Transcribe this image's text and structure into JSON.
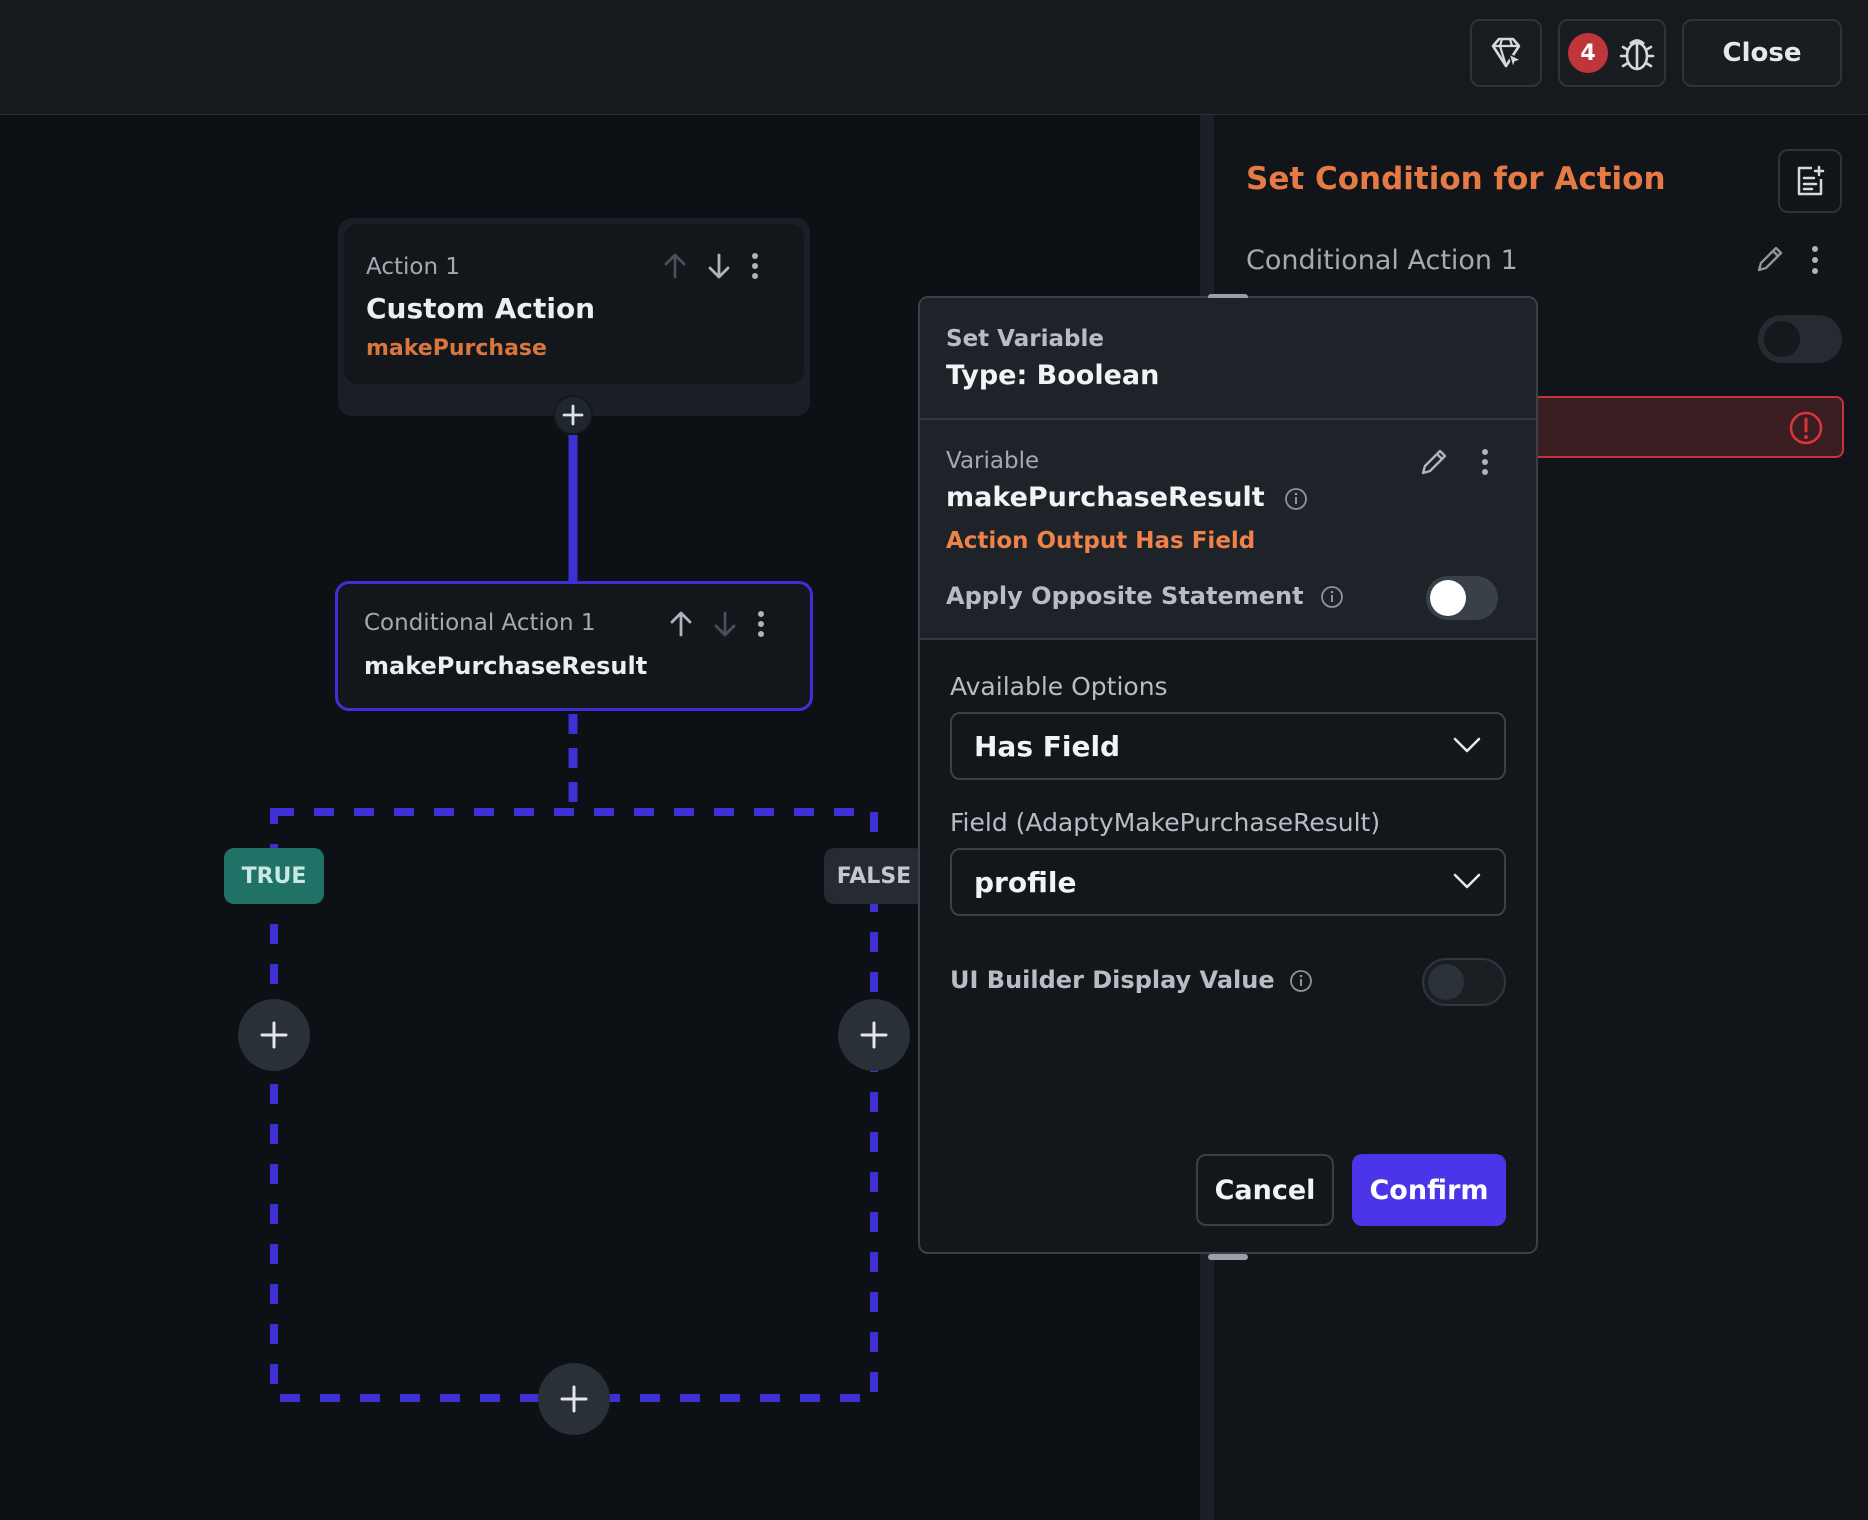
{
  "topbar": {
    "debug_count": "4",
    "close_label": "Close",
    "icons": [
      "gem-cursor-icon",
      "bug-icon"
    ]
  },
  "canvas": {
    "action1": {
      "label": "Action 1",
      "title": "Custom Action",
      "subtitle": "makePurchase"
    },
    "conditional1": {
      "label": "Conditional Action 1",
      "title": "makePurchaseResult"
    },
    "branches": {
      "true_label": "TRUE",
      "false_label": "FALSE"
    }
  },
  "panel": {
    "title": "Set Condition for Action",
    "conditional_label": "Conditional Action 1"
  },
  "popup": {
    "header_label": "Set Variable",
    "header_type": "Type: Boolean",
    "variable_label": "Variable",
    "variable_name": "makePurchaseResult",
    "variable_source": "Action Output Has Field",
    "opposite_label": "Apply Opposite Statement",
    "options_label": "Available Options",
    "options_value": "Has Field",
    "field_label": "Field (AdaptyMakePurchaseResult)",
    "field_value": "profile",
    "display_label": "UI Builder Display Value",
    "cancel_label": "Cancel",
    "confirm_label": "Confirm"
  },
  "colors": {
    "accent": "#4a35e8",
    "connector": "#3d31d6",
    "orange": "#e67a47",
    "true_badge": "#1f7265",
    "error": "#c2353c"
  }
}
